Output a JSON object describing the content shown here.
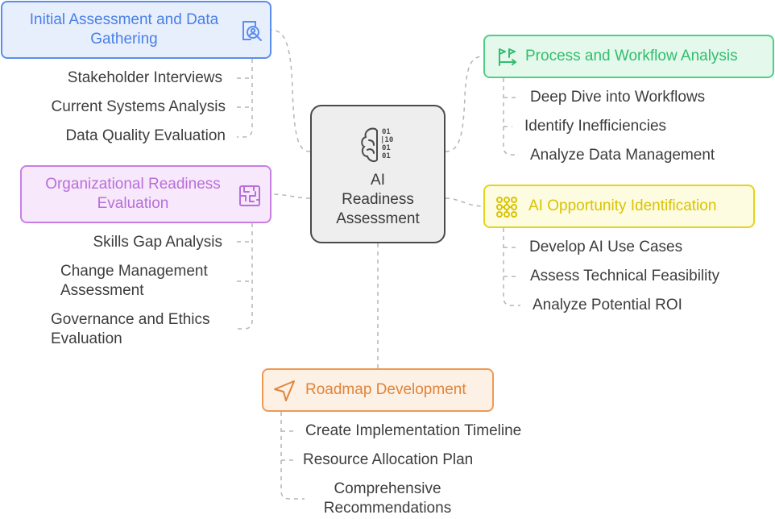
{
  "center": {
    "title_lines": [
      "AI",
      "Readiness",
      "Assessment"
    ],
    "icon": "brain-binary-icon"
  },
  "colors": {
    "blue": "#5b8def",
    "green": "#4fcf86",
    "purple": "#c77fe6",
    "yellow": "#e4d41a",
    "orange": "#ee9a55",
    "connector": "#b5b5b5"
  },
  "branches": {
    "initial": {
      "title_lines": [
        "Initial Assessment and Data",
        "Gathering"
      ],
      "icon": "magnifier-person-icon",
      "items": [
        "Stakeholder Interviews",
        "Current Systems Analysis",
        "Data Quality Evaluation"
      ]
    },
    "process": {
      "title_lines": [
        "Process and Workflow Analysis"
      ],
      "icon": "workflow-flags-icon",
      "items": [
        "Deep Dive into Workflows",
        "Identify Inefficiencies",
        "Analyze Data Management"
      ]
    },
    "org": {
      "title_lines": [
        "Organizational Readiness",
        "Evaluation"
      ],
      "icon": "maze-icon",
      "items": [
        [
          "Skills Gap Analysis"
        ],
        [
          "Change Management",
          "Assessment"
        ],
        [
          "Governance and Ethics",
          "Evaluation"
        ]
      ]
    },
    "ai": {
      "title_lines": [
        "AI Opportunity Identification"
      ],
      "icon": "nodes-grid-icon",
      "items": [
        "Develop AI Use Cases",
        "Assess Technical Feasibility",
        "Analyze Potential ROI"
      ]
    },
    "roadmap": {
      "title_lines": [
        "Roadmap Development"
      ],
      "icon": "navigation-arrow-icon",
      "items": [
        [
          "Create Implementation Timeline"
        ],
        [
          "Resource Allocation Plan"
        ],
        [
          "Comprehensive",
          "Recommendations"
        ]
      ]
    }
  }
}
